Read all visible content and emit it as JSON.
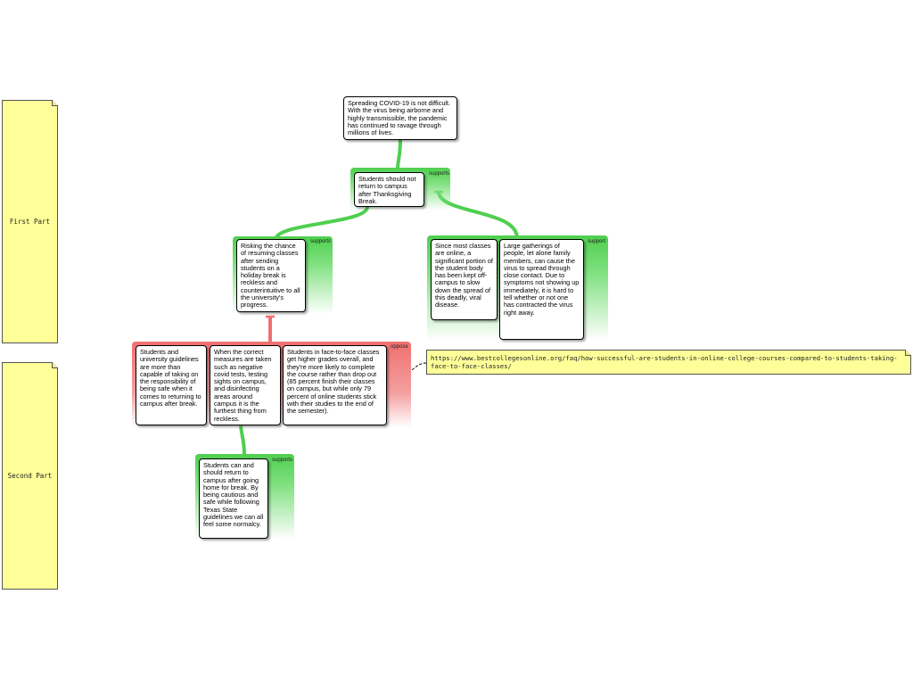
{
  "side_notes": {
    "first": "First Part",
    "second": "Second Part"
  },
  "url_note": "https://www.bestcollegesonline.org/faq/how-successful-are-students-in-online-college-courses-compared-to-students-taking-face-to-face-classes/",
  "colors": {
    "support": "#4fcf4f",
    "oppose": "#f07070",
    "note": "#ffff99"
  },
  "groups": {
    "main_label": "supports",
    "left_label": "supports",
    "right_label": "support",
    "oppose_label": "oppose",
    "bottom_label": "supports"
  },
  "claims": {
    "top": "Spreading COVID-19 is not difficult. With the virus being airborne and highly transmissible, the pandemic has continued to ravage through millions of lives.",
    "main": "Students should not return to campus after Thanksgiving Break.",
    "risking": "Risking the chance of resuming classes after sending students on a holiday break is reckless and counterintuitive to all the university's progress.",
    "online": "Since most classes are online, a significant portion of the student body has been kept off-campus to slow down the spread of this deadly, viral disease.",
    "gatherings": "Large gatherings of people, let alone family members, can cause the virus to spread through close contact. Due to symptoms not showing up immediately, it is hard to tell whether or not one has contracted the virus right away.",
    "capable": "Students and university guidelines are more than capable of taking on the responsibility of being safe when it comes to returning to campus after break.",
    "measures": "When the correct measures are taken such as negative covid tests, testing sights on campus, and disinfecting areas around campus it is the furthest thing from reckless.",
    "grades": "Students in face-to-face classes get higher grades overall, and they're more likely to complete the course rather than drop out (85 percent finish their classes on campus, but while only 79 percent of online students stick with their studies to the end of the semester).",
    "should_return": "Students can and should return to campus after going home for break. By being cautious and safe while following Texas State guidelines we can all feel some normalcy."
  }
}
